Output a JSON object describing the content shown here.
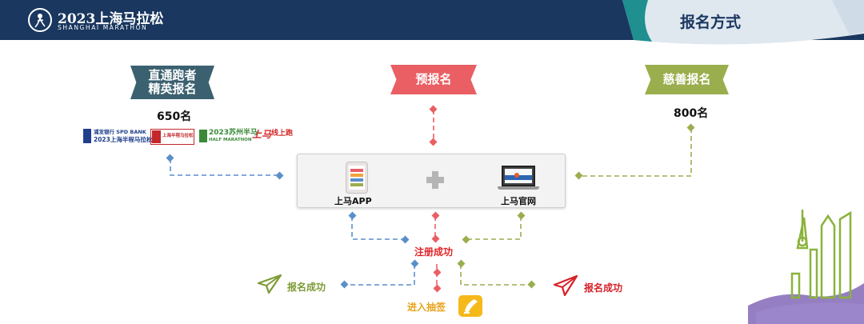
{
  "header": {
    "logo_title": "2023上海马拉松",
    "logo_subtitle": "SHANGHAI MARATHON",
    "page_title": "报名方式"
  },
  "categories": {
    "direct": {
      "line1": "直通跑者",
      "line2": "精英报名",
      "count": "650名"
    },
    "pre": {
      "label": "预报名"
    },
    "charity": {
      "label": "慈善报名",
      "count": "800名"
    }
  },
  "sponsors": {
    "spd": {
      "line1": "浦发银行 SPD BANK",
      "line2": "2023上海半程马拉松"
    },
    "sh_half": {
      "text": "上海半程马拉松"
    },
    "suzhou": {
      "line1": "2023苏州半马",
      "line2": "HALF MARATHON"
    },
    "online": {
      "mark": "上马",
      "text": "线上跑"
    }
  },
  "platforms": {
    "app": "上马APP",
    "web": "上马官网"
  },
  "outcomes": {
    "register_success": "注册成功",
    "signup_success_left": "报名成功",
    "signup_success_right": "报名成功",
    "lottery": "进入抽签"
  },
  "colors": {
    "header_bg": "#19375f",
    "direct_blue": "#5b8fc9",
    "pre_red": "#e95f64",
    "charity_green": "#9aae4d",
    "lottery_orange": "#f5b91c"
  },
  "icons": {
    "send_left": "paper-plane-icon",
    "send_right": "paper-plane-icon",
    "lottery": "pen-edit-icon",
    "plus": "plus-icon",
    "app": "phone-icon",
    "web": "laptop-icon"
  }
}
